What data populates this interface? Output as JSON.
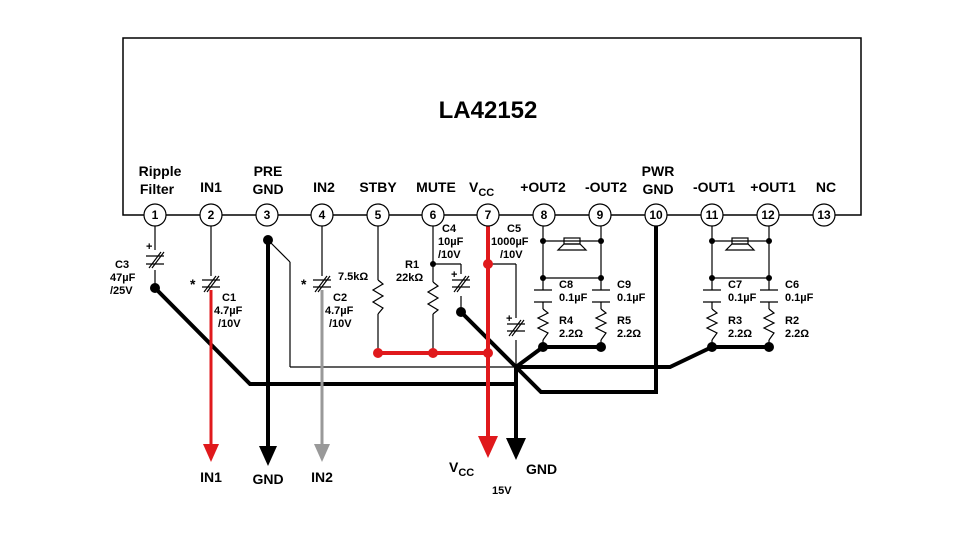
{
  "chip": {
    "name": "LA42152"
  },
  "pins": [
    {
      "num": "1",
      "label1": "Ripple",
      "label2": "Filter"
    },
    {
      "num": "2",
      "label1": "",
      "label2": "IN1"
    },
    {
      "num": "3",
      "label1": "PRE",
      "label2": "GND"
    },
    {
      "num": "4",
      "label1": "",
      "label2": "IN2"
    },
    {
      "num": "5",
      "label1": "",
      "label2": "STBY"
    },
    {
      "num": "6",
      "label1": "",
      "label2": "MUTE"
    },
    {
      "num": "7",
      "label1": "",
      "label2": "V",
      "sub": "CC"
    },
    {
      "num": "8",
      "label1": "",
      "label2": "+OUT2"
    },
    {
      "num": "9",
      "label1": "",
      "label2": "-OUT2"
    },
    {
      "num": "10",
      "label1": "PWR",
      "label2": "GND"
    },
    {
      "num": "11",
      "label1": "",
      "label2": "-OUT1"
    },
    {
      "num": "12",
      "label1": "",
      "label2": "+OUT1"
    },
    {
      "num": "13",
      "label1": "",
      "label2": "NC"
    }
  ],
  "components": {
    "c3": [
      "C3",
      "47µF",
      "/25V"
    ],
    "c1": [
      "C1",
      "4.7µF",
      "/10V"
    ],
    "c2": [
      "C2",
      "4.7µF",
      "/10V"
    ],
    "r_stby": "7.5kΩ",
    "r1": [
      "R1",
      "22kΩ"
    ],
    "c4": [
      "C4",
      "10µF",
      "/10V"
    ],
    "c5": [
      "C5",
      "1000µF",
      "/10V"
    ],
    "c8": [
      "C8",
      "0.1µF"
    ],
    "c9": [
      "C9",
      "0.1µF"
    ],
    "r4": [
      "R4",
      "2.2Ω"
    ],
    "r5": [
      "R5",
      "2.2Ω"
    ],
    "c7": [
      "C7",
      "0.1µF"
    ],
    "c6": [
      "C6",
      "0.1µF"
    ],
    "r3": [
      "R3",
      "2.2Ω"
    ],
    "r2": [
      "R2",
      "2.2Ω"
    ],
    "asterisk": "*",
    "plus": "+"
  },
  "terminals": {
    "in1": "IN1",
    "gnd1": "GND",
    "in2": "IN2",
    "vcc": "V",
    "vcc_sub": "CC",
    "vcc_value": "15V",
    "gnd2": "GND"
  },
  "colors": {
    "red": "#e0191c",
    "gray": "#999999",
    "black": "#000000"
  }
}
